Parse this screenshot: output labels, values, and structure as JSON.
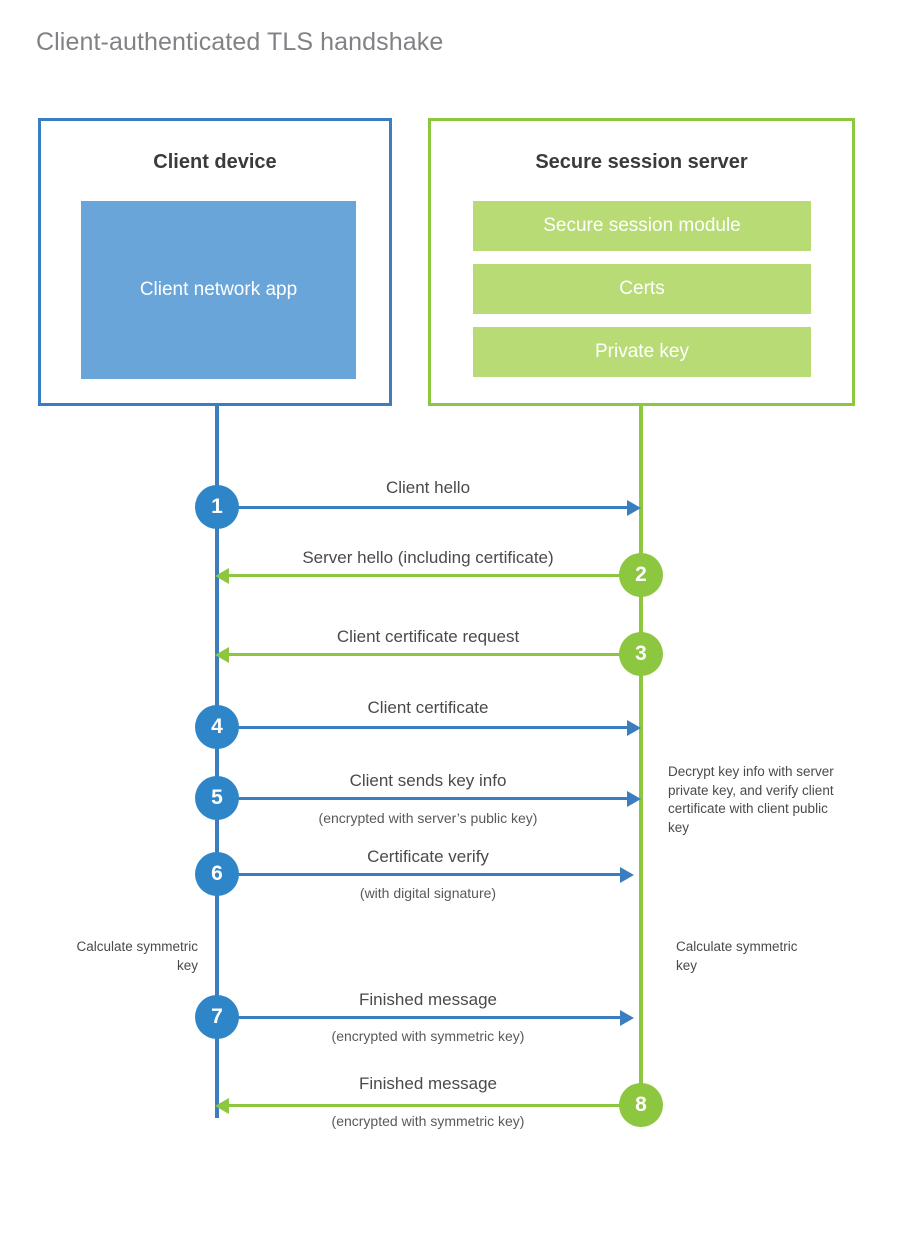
{
  "diagram": {
    "title": "Client-authenticated TLS handshake",
    "type": "sequence-diagram"
  },
  "colors": {
    "client_accent": "#3a7ec0",
    "client_fill": "#69a5d8",
    "client_badge": "#2e86c8",
    "server_accent": "#8dc63f",
    "server_fill": "#b9db76",
    "title_text": "#808285",
    "body_text": "#4a4a4c"
  },
  "actors": {
    "client": {
      "title": "Client device",
      "components": [
        {
          "label": "Client network app"
        }
      ]
    },
    "server": {
      "title": "Secure session server",
      "components": [
        {
          "label": "Secure session module"
        },
        {
          "label": "Certs"
        },
        {
          "label": "Private key"
        }
      ]
    }
  },
  "steps": [
    {
      "number": "1",
      "label": "Client hello",
      "sublabel": "",
      "direction": "client-to-server",
      "color": "blue"
    },
    {
      "number": "2",
      "label": "Server hello (including certificate)",
      "sublabel": "",
      "direction": "server-to-client",
      "color": "green"
    },
    {
      "number": "3",
      "label": "Client certificate request",
      "sublabel": "",
      "direction": "server-to-client",
      "color": "green"
    },
    {
      "number": "4",
      "label": "Client certificate",
      "sublabel": "",
      "direction": "client-to-server",
      "color": "blue"
    },
    {
      "number": "5",
      "label": "Client sends key info",
      "sublabel": "(encrypted with server’s public key)",
      "direction": "client-to-server",
      "color": "blue"
    },
    {
      "number": "6",
      "label": "Certificate verify",
      "sublabel": "(with digital signature)",
      "direction": "client-to-server",
      "color": "blue"
    },
    {
      "number": "7",
      "label": "Finished message",
      "sublabel": "(encrypted with symmetric key)",
      "direction": "client-to-server",
      "color": "blue"
    },
    {
      "number": "8",
      "label": "Finished message",
      "sublabel": "(encrypted with symmetric key)",
      "direction": "server-to-client",
      "color": "green"
    }
  ],
  "notes": {
    "server_decrypt": "Decrypt key info with server private key, and verify client certificate with client public key",
    "client_calculate": "Calculate symmetric key",
    "server_calculate": "Calculate symmetric key"
  }
}
